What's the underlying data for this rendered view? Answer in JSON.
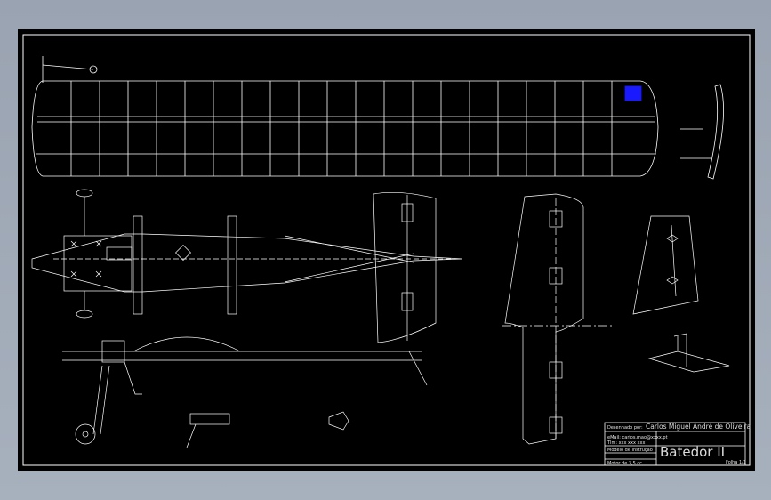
{
  "titleblock": {
    "designed_by_label": "Desenhado por:",
    "author": "Carlos Miguel André de Oliveira",
    "contact_line1": "eMail: carlos.mao@xxxx.pt",
    "contact_line2": "Tlm: xxx xxx xxx",
    "model_label": "Modelo de Instrução",
    "engine": "Motor de 3,5 cc",
    "model_name": "Batedor II",
    "sheet_note": "Folha 1/1"
  },
  "colors": {
    "background": "#9aa3b1",
    "sheet": "#000000",
    "line": "#ffffff",
    "accent": "#1a1aff"
  }
}
